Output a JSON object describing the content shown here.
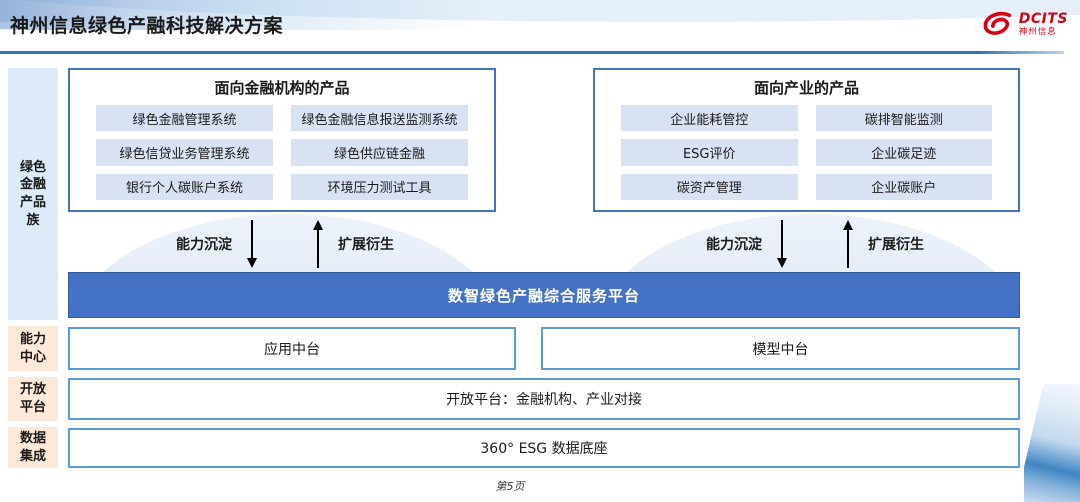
{
  "page": {
    "title": "神州信息绿色产融科技解决方案",
    "page_number": "第5页"
  },
  "logo": {
    "brand": "DCITS",
    "brand_cn": "神州信息"
  },
  "sidebar": {
    "product_family_label": "绿色金融产品族",
    "capability_center_label": "能力中心",
    "open_platform_label": "开放平台",
    "data_integration_label": "数据集成"
  },
  "financial_products": {
    "title": "面向金融机构的产品",
    "items": [
      "绿色金融管理系统",
      "绿色金融信息报送监测系统",
      "绿色信贷业务管理系统",
      "绿色供应链金融",
      "银行个人碳账户系统",
      "环境压力测试工具"
    ]
  },
  "industry_products": {
    "title": "面向产业的产品",
    "items": [
      "企业能耗管控",
      "碳排智能监测",
      "ESG评价",
      "企业碳足迹",
      "碳资产管理",
      "企业碳账户"
    ]
  },
  "flow": {
    "down_label": "能力沉淀",
    "up_label": "扩展衍生"
  },
  "platform": {
    "title": "数智绿色产融综合服务平台"
  },
  "middle_layer": {
    "app_center": "应用中台",
    "model_center": "模型中台"
  },
  "open_platform_row": {
    "label": "开放平台：金融机构、产业对接"
  },
  "data_base_row": {
    "label": "360° ESG 数据底座"
  },
  "colors": {
    "accent_blue": "#4472C4",
    "light_blue_fill": "#D9E2F3",
    "sidebar_blue": "#DCEBF7",
    "sidebar_peach": "#FDE9D9",
    "border_light_blue": "#5B9BD5",
    "header_line_blue": "#2E75B6",
    "logo_red": "#D7000F"
  }
}
